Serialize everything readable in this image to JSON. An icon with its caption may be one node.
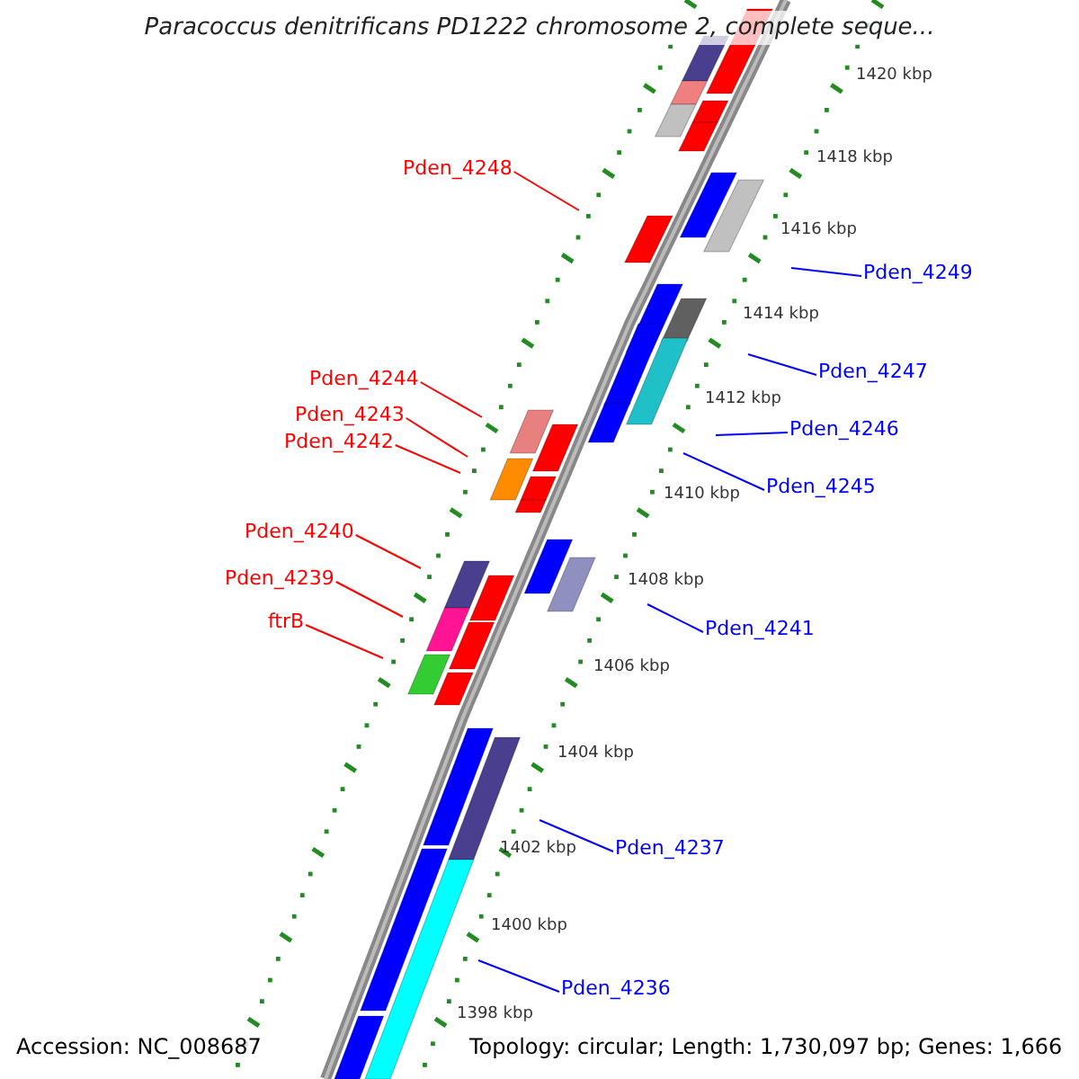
{
  "diagram": {
    "title": "Paracoccus denitrificans PD1222 chromosome 2, complete seque...",
    "nodes": [
      {
        "text": [
          "Pden_4248"
        ]
      },
      {
        "text": [
          "Pden_4249"
        ]
      },
      {
        "text": [
          "Pden_4247"
        ]
      },
      {
        "text": [
          "Pden_4244"
        ]
      },
      {
        "text": [
          "Pden_4243"
        ]
      },
      {
        "text": [
          "Pden_4246"
        ]
      },
      {
        "text": [
          "Pden_4242"
        ]
      },
      {
        "text": [
          "Pden_4245"
        ]
      },
      {
        "text": [
          "Pden_4240"
        ]
      },
      {
        "text": [
          "Pden_4239"
        ]
      },
      {
        "text": [
          "ftrB"
        ]
      },
      {
        "text": [
          "Pden_4241"
        ]
      },
      {
        "text": [
          "Pden_4237"
        ]
      },
      {
        "text": [
          "Pden_4236"
        ]
      }
    ],
    "edges": [
      {
        "from": 0,
        "to": null,
        "arrow": "none",
        "color": "#ff0000"
      },
      {
        "from": 1,
        "to": null,
        "arrow": "none",
        "color": "#0000ff"
      },
      {
        "from": 2,
        "to": null,
        "arrow": "none",
        "color": "#0000ff"
      },
      {
        "from": 3,
        "to": null,
        "arrow": "none",
        "color": "#ff0000"
      },
      {
        "from": 4,
        "to": null,
        "arrow": "none",
        "color": "#ff0000"
      },
      {
        "from": 5,
        "to": null,
        "arrow": "none",
        "color": "#0000ff"
      },
      {
        "from": 6,
        "to": null,
        "arrow": "none",
        "color": "#ff0000"
      },
      {
        "from": 7,
        "to": null,
        "arrow": "none",
        "color": "#0000ff"
      },
      {
        "from": 8,
        "to": null,
        "arrow": "none",
        "color": "#ff0000"
      },
      {
        "from": 9,
        "to": null,
        "arrow": "none",
        "color": "#ff0000"
      },
      {
        "from": 10,
        "to": null,
        "arrow": "none",
        "color": "#ff0000"
      },
      {
        "from": 11,
        "to": null,
        "arrow": "none",
        "color": "#0000ff"
      },
      {
        "from": 12,
        "to": null,
        "arrow": "none",
        "color": "#0000ff"
      },
      {
        "from": 13,
        "to": null,
        "arrow": "none",
        "color": "#0000ff"
      }
    ],
    "labels": [
      "1420 kbp",
      "1418 kbp",
      "1416 kbp",
      "1414 kbp",
      "1412 kbp",
      "1410 kbp",
      "1408 kbp",
      "1406 kbp",
      "1404 kbp",
      "1402 kbp",
      "1400 kbp",
      "1398 kbp",
      "Accession: NC_008687",
      "Topology: circular; Length: 1,730,097 bp; Genes: 1,666"
    ]
  }
}
